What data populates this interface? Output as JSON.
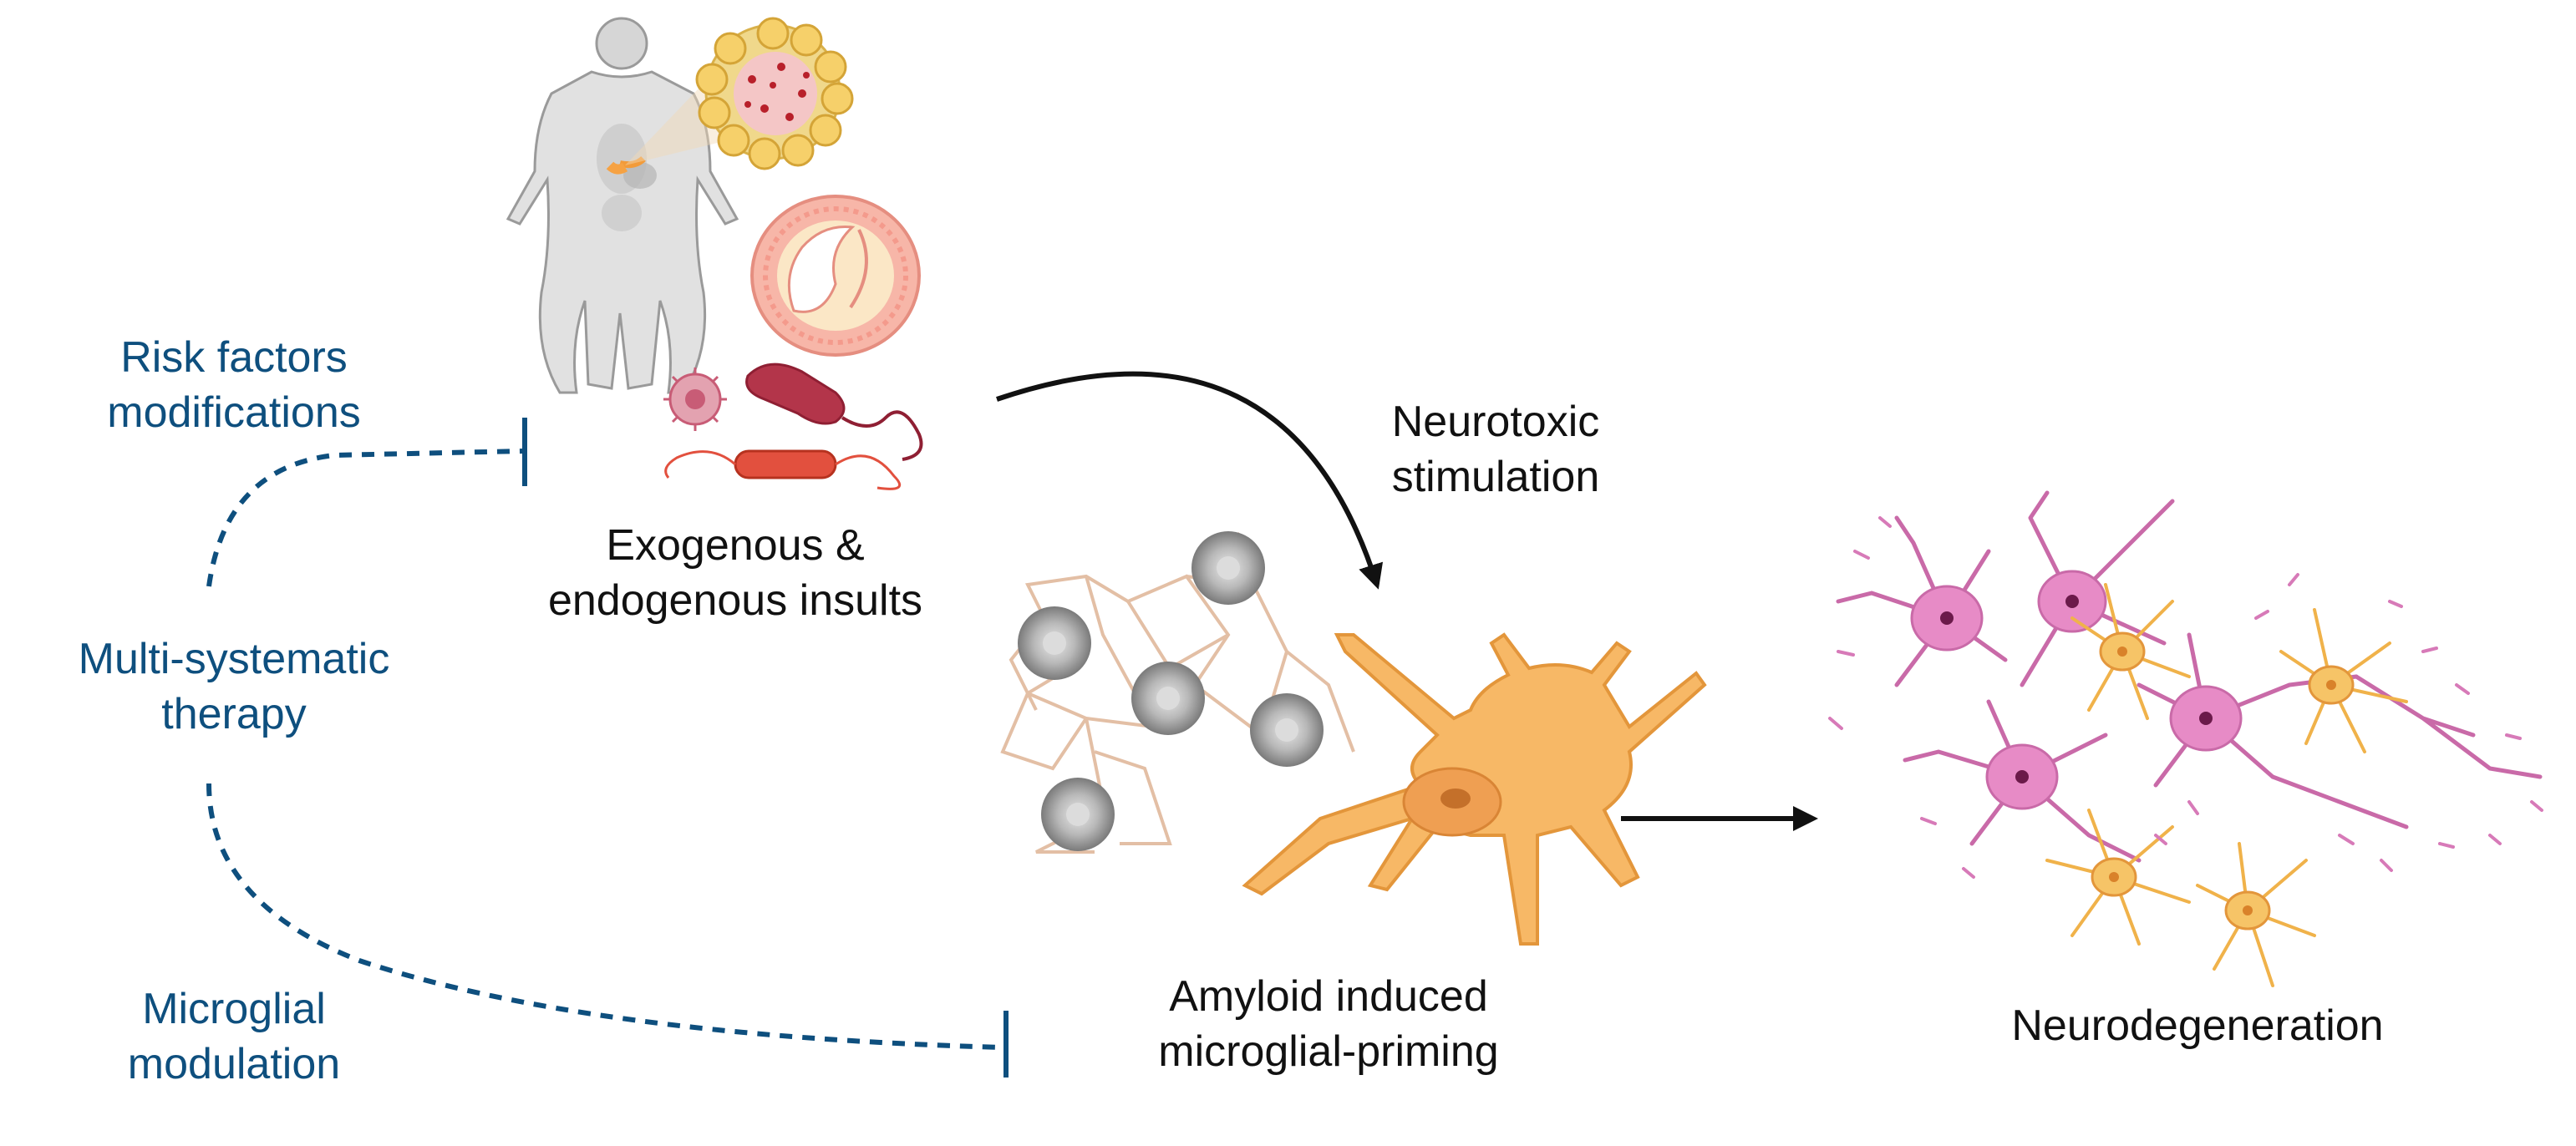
{
  "labels": {
    "risk_factors_line1": "Risk factors",
    "risk_factors_line2": "modifications",
    "multi_systematic_line1": "Multi-systematic",
    "multi_systematic_line2": "therapy",
    "microglial_mod_line1": "Microglial",
    "microglial_mod_line2": "modulation",
    "insults_line1": "Exogenous &",
    "insults_line2": "endogenous insults",
    "neurotoxic_line1": "Neurotoxic",
    "neurotoxic_line2": "stimulation",
    "priming_line1": "Amyloid induced",
    "priming_line2": "microglial-priming",
    "neurodegeneration": "Neurodegeneration"
  },
  "icons": [
    "human-body-icon",
    "adipose-tissue-icon",
    "artery-plaque-icon",
    "virus-icon",
    "bacterium-icon",
    "amyloid-plaque-icon",
    "microglia-cell-icon",
    "neuron-icon",
    "astrocyte-icon"
  ],
  "colors": {
    "inhibition_lines": "#0e4f7e",
    "arrows": "#111111",
    "microglia": "#f7b866",
    "neurons": "#d77ab8",
    "astrocytes": "#f0b24a"
  }
}
